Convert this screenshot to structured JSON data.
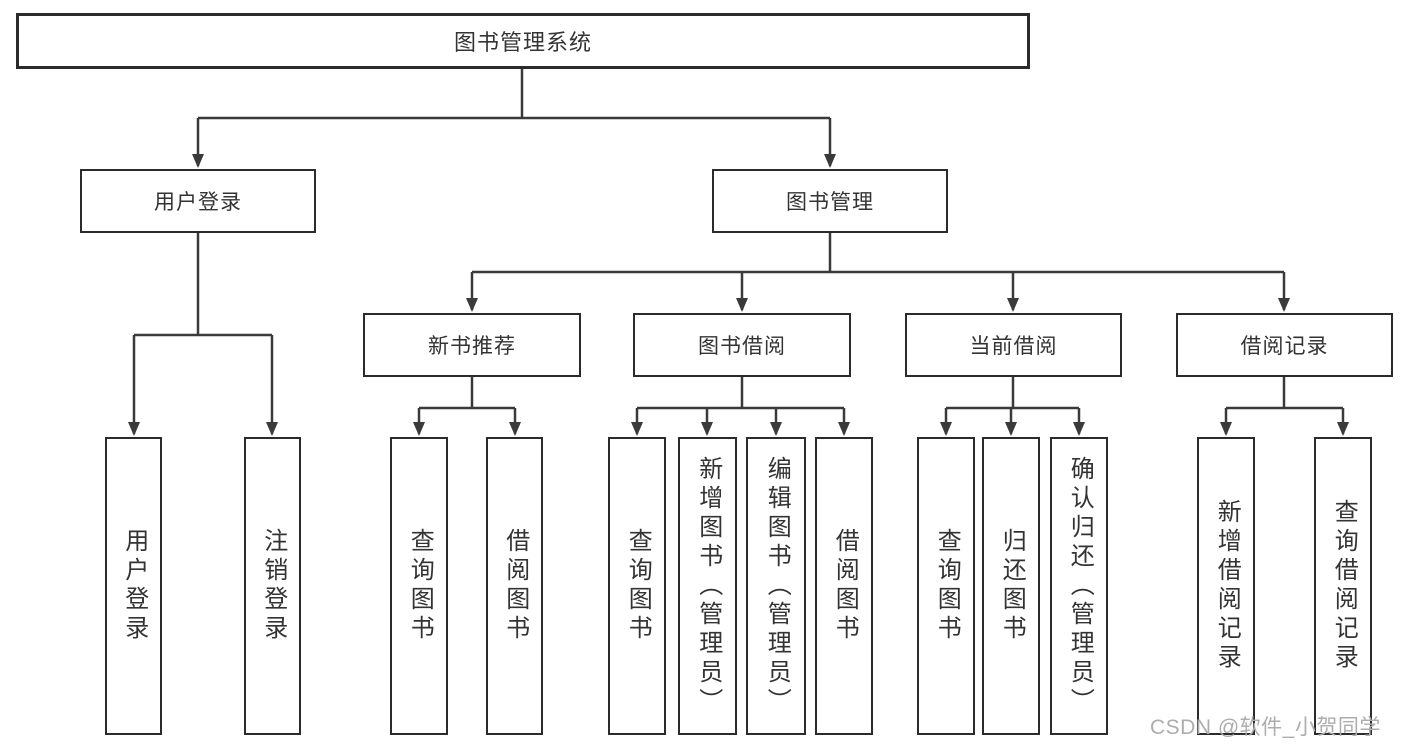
{
  "diagram": {
    "root": {
      "label": "图书管理系统"
    },
    "level2": [
      {
        "id": "user-login-branch",
        "label": "用户登录"
      },
      {
        "id": "book-management-branch",
        "label": "图书管理"
      }
    ],
    "level3": [
      {
        "id": "new-book-recommend",
        "parent": "图书管理",
        "label": "新书推荐"
      },
      {
        "id": "book-borrow",
        "parent": "图书管理",
        "label": "图书借阅"
      },
      {
        "id": "current-borrow",
        "parent": "图书管理",
        "label": "当前借阅"
      },
      {
        "id": "borrow-records",
        "parent": "图书管理",
        "label": "借阅记录"
      }
    ],
    "leaves": [
      {
        "parent": "用户登录",
        "label": "用户登录"
      },
      {
        "parent": "用户登录",
        "label": "注销登录"
      },
      {
        "parent": "新书推荐",
        "label": "查询图书"
      },
      {
        "parent": "新书推荐",
        "label": "借阅图书"
      },
      {
        "parent": "图书借阅",
        "label": "查询图书"
      },
      {
        "parent": "图书借阅",
        "label": "新增图书（管理员）"
      },
      {
        "parent": "图书借阅",
        "label": "编辑图书（管理员）"
      },
      {
        "parent": "图书借阅",
        "label": "借阅图书"
      },
      {
        "parent": "当前借阅",
        "label": "查询图书"
      },
      {
        "parent": "当前借阅",
        "label": "归还图书"
      },
      {
        "parent": "当前借阅",
        "label": "确认归还（管理员）"
      },
      {
        "parent": "借阅记录",
        "label": "新增借阅记录"
      },
      {
        "parent": "借阅记录",
        "label": "查询借阅记录"
      }
    ],
    "watermark": "CSDN @软件_小贺同学",
    "colors": {
      "line": "#3a3a3a",
      "border": "#2b2b2b",
      "background": "#ffffff",
      "text": "#333333",
      "watermark": "#adadad"
    }
  }
}
